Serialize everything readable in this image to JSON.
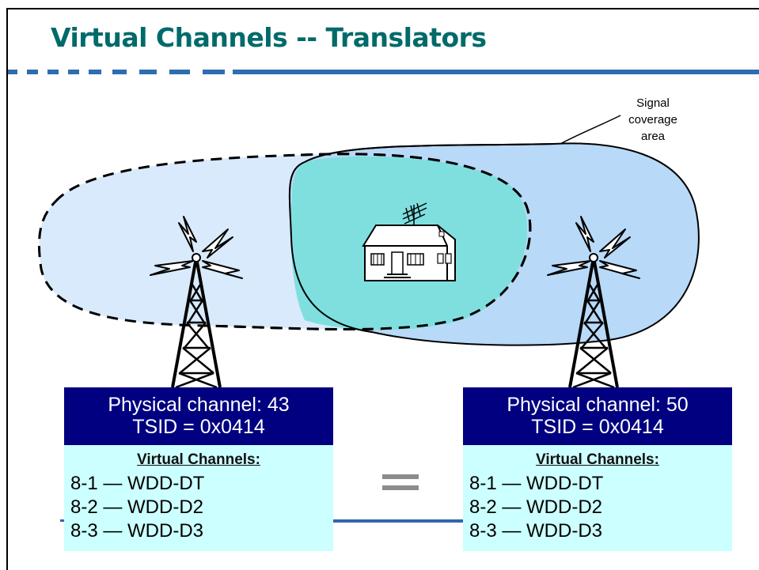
{
  "slide": {
    "title": "Virtual Channels -- Translators"
  },
  "caption": {
    "line1": "Signal",
    "line2": "coverage",
    "line3": "area"
  },
  "left_station": {
    "physical": "Physical channel: 43",
    "tsid": "TSID = 0x0414",
    "virtual_heading": "Virtual Channels:",
    "channels": [
      "8-1 — WDD-DT",
      "8-2 — WDD-D2",
      "8-3 — WDD-D3"
    ]
  },
  "right_station": {
    "physical": "Physical channel: 50",
    "tsid": "TSID = 0x0414",
    "virtual_heading": "Virtual Channels:",
    "channels": [
      "8-1 — WDD-DT",
      "8-2 — WDD-D2",
      "8-3 — WDD-D3"
    ]
  },
  "equals_sign": "=",
  "colors": {
    "title": "#006a6a",
    "header_bg": "#000080",
    "virtual_bg": "#ccffff",
    "coverage_fill": "#b8d9f8",
    "overlap_fill": "#7fdfdf",
    "accent_rule": "#2e6db0"
  },
  "icons": [
    "tower-icon",
    "lightning-icon",
    "house-icon",
    "antenna-icon"
  ]
}
